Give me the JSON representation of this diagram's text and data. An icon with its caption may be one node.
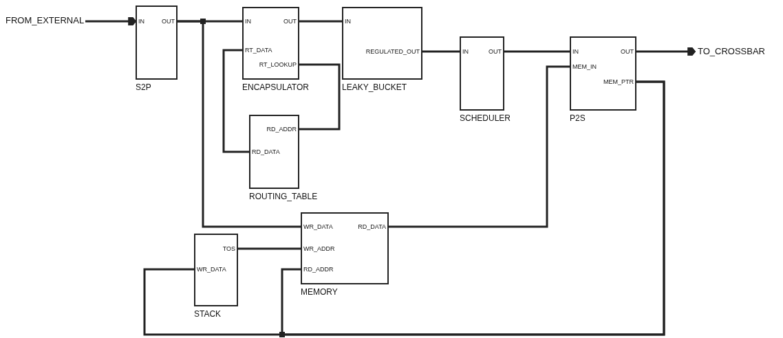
{
  "diagram": {
    "nodes": [
      {
        "text": [
          "FROM_EXTERNAL"
        ]
      },
      {
        "text": [
          "IN",
          "OUT",
          "S2P"
        ]
      },
      {
        "text": [
          "IN",
          "OUT",
          "RT_DATA",
          "RT_LOOKUP",
          "ENCAPSULATOR"
        ]
      },
      {
        "text": [
          "IN",
          "REGULATED_OUT",
          "LEAKY_BUCKET"
        ]
      },
      {
        "text": [
          "IN",
          "OUT",
          "SCHEDULER"
        ]
      },
      {
        "text": [
          "IN",
          "OUT",
          "MEM_IN",
          "MEM_PTR",
          "P2S"
        ]
      },
      {
        "text": [
          "TO_CROSSBAR"
        ]
      },
      {
        "text": [
          "RD_ADDR",
          "RD_DATA",
          "ROUTING_TABLE"
        ]
      },
      {
        "text": [
          "TOS",
          "WR_DATA",
          "STACK"
        ]
      },
      {
        "text": [
          "WR_DATA",
          "RD_DATA",
          "WR_ADDR",
          "RD_ADDR",
          "MEMORY"
        ]
      }
    ],
    "edges": [
      {
        "from": 0,
        "to": 1,
        "arrow": "to"
      },
      {
        "from": 1,
        "to": 2,
        "arrow": "none"
      },
      {
        "from": 1,
        "to": 9,
        "arrow": "none"
      },
      {
        "from": 2,
        "to": 3,
        "arrow": "none"
      },
      {
        "from": 2,
        "to": 7,
        "arrow": "none"
      },
      {
        "from": 7,
        "to": 2,
        "arrow": "none"
      },
      {
        "from": 3,
        "to": 4,
        "arrow": "none"
      },
      {
        "from": 4,
        "to": 5,
        "arrow": "none"
      },
      {
        "from": 5,
        "to": 6,
        "arrow": "to"
      },
      {
        "from": 9,
        "to": 5,
        "arrow": "none"
      },
      {
        "from": 8,
        "to": 9,
        "arrow": "none"
      },
      {
        "from": 5,
        "to": 8,
        "arrow": "none"
      },
      {
        "from": 5,
        "to": 9,
        "arrow": "none"
      }
    ]
  }
}
